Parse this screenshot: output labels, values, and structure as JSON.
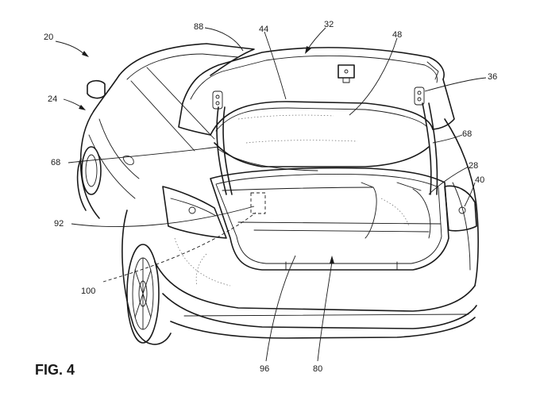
{
  "figure_label": "FIG. 4",
  "reference_numerals": {
    "r20": "20",
    "r24": "24",
    "r88": "88",
    "r44": "44",
    "r32": "32",
    "r48": "48",
    "r36": "36",
    "r68a": "68",
    "r68b": "68",
    "r28": "28",
    "r40": "40",
    "r92": "92",
    "r100": "100",
    "r96": "96",
    "r80": "80"
  }
}
